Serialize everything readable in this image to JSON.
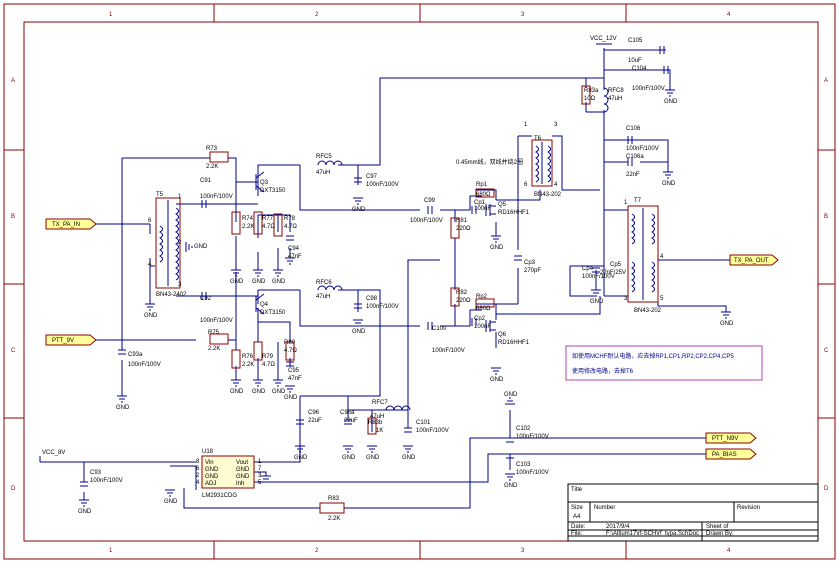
{
  "border": {
    "cols": [
      "1",
      "2",
      "3",
      "4"
    ],
    "rows": [
      "A",
      "B",
      "C",
      "D"
    ]
  },
  "ports": {
    "tx_pa_in": "TX_PA_IN",
    "ptt_9v": "PTT_9V",
    "tx_pa_out": "TX_PA_OUT",
    "ptt_n9v": "PTT_N9V",
    "pa_bias": "PA_BIAS"
  },
  "power": {
    "vcc_12v": "VCC_12V",
    "vcc_8v": "VCC_8V",
    "gnd": "GND",
    "gnd_inline": "GND"
  },
  "note_t6": "0.45mm线，双线并绕2圈",
  "note_box": {
    "line1": "如使用MCHF耐认电路，应去掉RP1,CP1,RP2,CP2,CP4,CP5",
    "line2": "使用修改电路，去掉T6"
  },
  "components": {
    "r73": [
      "R73",
      "2.2K"
    ],
    "c91": [
      "C91",
      "100nF/100V"
    ],
    "q3": [
      "Q3",
      "DXT3150"
    ],
    "t5": [
      "T5",
      "BN43-2402"
    ],
    "t5_pins": [
      "1",
      "2",
      "3",
      "4",
      "6"
    ],
    "r74": [
      "R74",
      "2.2K"
    ],
    "r77": [
      "R77",
      "4.7Ω"
    ],
    "r78": [
      "R78",
      "4.7Ω"
    ],
    "c94": [
      "C94",
      "47nF"
    ],
    "rfc5": [
      "RFC5",
      "47uH"
    ],
    "c97": [
      "C97",
      "100nF/100V"
    ],
    "c99": [
      "C99",
      "100nF/100V"
    ],
    "rp1": [
      "Rp1",
      "680Ω"
    ],
    "cp1": [
      "Cp1",
      "100nF"
    ],
    "r81": [
      "R81",
      "220Ω"
    ],
    "q5": [
      "Q5",
      "RD16HHF1"
    ],
    "cp3": [
      "Cp3",
      "270pF"
    ],
    "r82": [
      "R82",
      "220Ω"
    ],
    "rp2": [
      "Rp2",
      "680Ω"
    ],
    "cp2": [
      "Cp2",
      "100nF"
    ],
    "q6": [
      "Q6",
      "RD16HHF1"
    ],
    "c100": [
      "C100",
      "100nF/100V"
    ],
    "c92": [
      "C92",
      "100nF/100V"
    ],
    "q4": [
      "Q4",
      "DXT3150"
    ],
    "r75": [
      "R75",
      "2.2K"
    ],
    "r76": [
      "R76",
      "2.2K"
    ],
    "r79": [
      "R79",
      "4.7Ω"
    ],
    "r80": [
      "R80",
      "4.7Ω"
    ],
    "c95": [
      "C95",
      "47nF"
    ],
    "rfc6": [
      "RFC6",
      "47uH"
    ],
    "c98": [
      "C98",
      "100nF/100V"
    ],
    "c93a": [
      "C93a",
      "100nF/100V"
    ],
    "c105": [
      "C105",
      "10uF"
    ],
    "c104": [
      "C104",
      "100nF/100V"
    ],
    "r83a": [
      "R83a",
      "10Ω"
    ],
    "rfc8": [
      "RFC8",
      "47uH"
    ],
    "t6": [
      "T6",
      "BN43-202"
    ],
    "t6_pins": [
      "1",
      "3",
      "4",
      "6"
    ],
    "c106": [
      "C106",
      "100nF/100V"
    ],
    "c106a": [
      "C106a",
      "22nF"
    ],
    "t7": [
      "T7",
      "BN43-202"
    ],
    "t7_pins": [
      "1",
      "3",
      "4",
      "5"
    ],
    "cp4": [
      "Cp4",
      "100nF/100V"
    ],
    "cp5": [
      "Cp5",
      "22nF/25V"
    ],
    "c96": [
      "C96",
      "22uF"
    ],
    "c96a": [
      "C96a",
      "22uF"
    ],
    "rfc7": [
      "RFC7",
      "47uH"
    ],
    "r83b": [
      "R83b",
      "1K"
    ],
    "c101": [
      "C101",
      "100nF/100V"
    ],
    "c102": [
      "C102",
      "100nF/100V"
    ],
    "c103": [
      "C103",
      "100nF/100V"
    ],
    "c93": [
      "C93",
      "100nF/100V"
    ],
    "r83": [
      "R83",
      "2.2K"
    ]
  },
  "u18": {
    "ref": "U18",
    "part": "LM2931CDG",
    "pins_left": [
      "Vin",
      "GND",
      "GND",
      "ADJ"
    ],
    "pins_right": [
      "Vout",
      "GND",
      "GND",
      "Inh"
    ],
    "pin_nums_left": [
      "8",
      "6",
      "2",
      "4"
    ],
    "pin_nums_right": [
      "1",
      "7",
      "3",
      "5"
    ]
  },
  "title_block": {
    "title": "Title",
    "size_label": "Size",
    "size": "A4",
    "number_label": "Number",
    "revision_label": "Revision",
    "date_label": "Date:",
    "date": "2017/9/4",
    "file_label": "File:",
    "file": "F:\\Altium17\\rf-SCH\\rf_typa.SchDoc",
    "sheet_of": "Sheet    of",
    "drawn_by": "Drawn By:"
  }
}
